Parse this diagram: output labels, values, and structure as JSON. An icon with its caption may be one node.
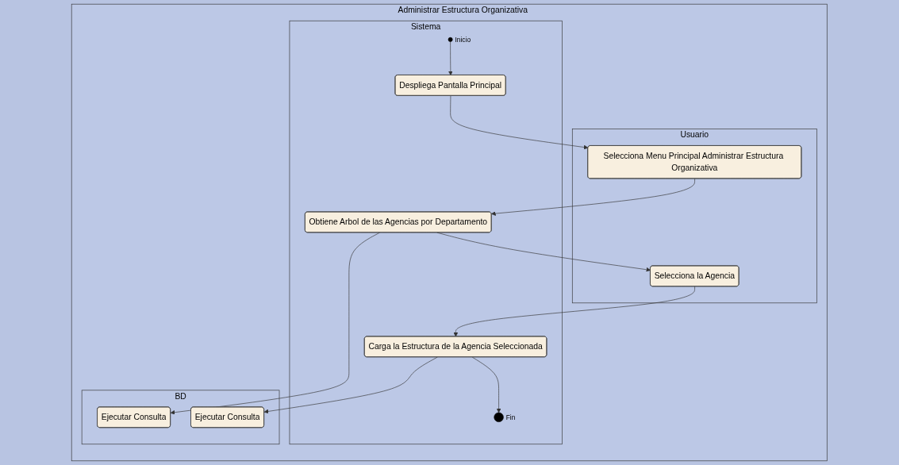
{
  "diagram": {
    "nodes": [
      {
        "text": [
          "Administrar Estructura Organizativa"
        ]
      },
      {
        "text": [
          "Usuario"
        ],
        "in": 0
      },
      {
        "text": [
          "Sistema"
        ],
        "in": 0
      },
      {
        "text": [
          "BD"
        ],
        "in": 0
      },
      {
        "text": [],
        "shape": "circle",
        "beside": [
          "Inicio"
        ],
        "in": 2
      },
      {
        "text": [
          "Despliega Pantalla Principal"
        ],
        "in": 2
      },
      {
        "text": [
          "Selecciona Menu Principal Administrar Estructura Organizativa"
        ],
        "in": 1
      },
      {
        "text": [
          "Obtiene Arbol de las Agencias por Departamento"
        ],
        "in": 2
      },
      {
        "text": [
          "Ejecutar Consulta"
        ],
        "in": 3
      },
      {
        "text": [
          "Selecciona la Agencia"
        ],
        "in": 1
      },
      {
        "text": [
          "Carga la Estructura de la Agencia Seleccionada"
        ],
        "in": 2
      },
      {
        "text": [
          "Ejecutar Consulta"
        ],
        "in": 3
      },
      {
        "text": [],
        "shape": "circle",
        "beside": [
          "Fin"
        ],
        "in": 2
      }
    ],
    "edges": [
      {
        "from": 4,
        "to": 5,
        "arrow": "to"
      },
      {
        "from": 5,
        "to": 6,
        "arrow": "to"
      },
      {
        "from": 6,
        "to": 7,
        "arrow": "to"
      },
      {
        "from": 7,
        "to": 8,
        "arrow": "to"
      },
      {
        "from": 7,
        "to": 9,
        "arrow": "to"
      },
      {
        "from": 9,
        "to": 10,
        "arrow": "to"
      },
      {
        "from": 10,
        "to": 11,
        "arrow": "to"
      },
      {
        "from": 10,
        "to": 12,
        "arrow": "to"
      }
    ]
  }
}
